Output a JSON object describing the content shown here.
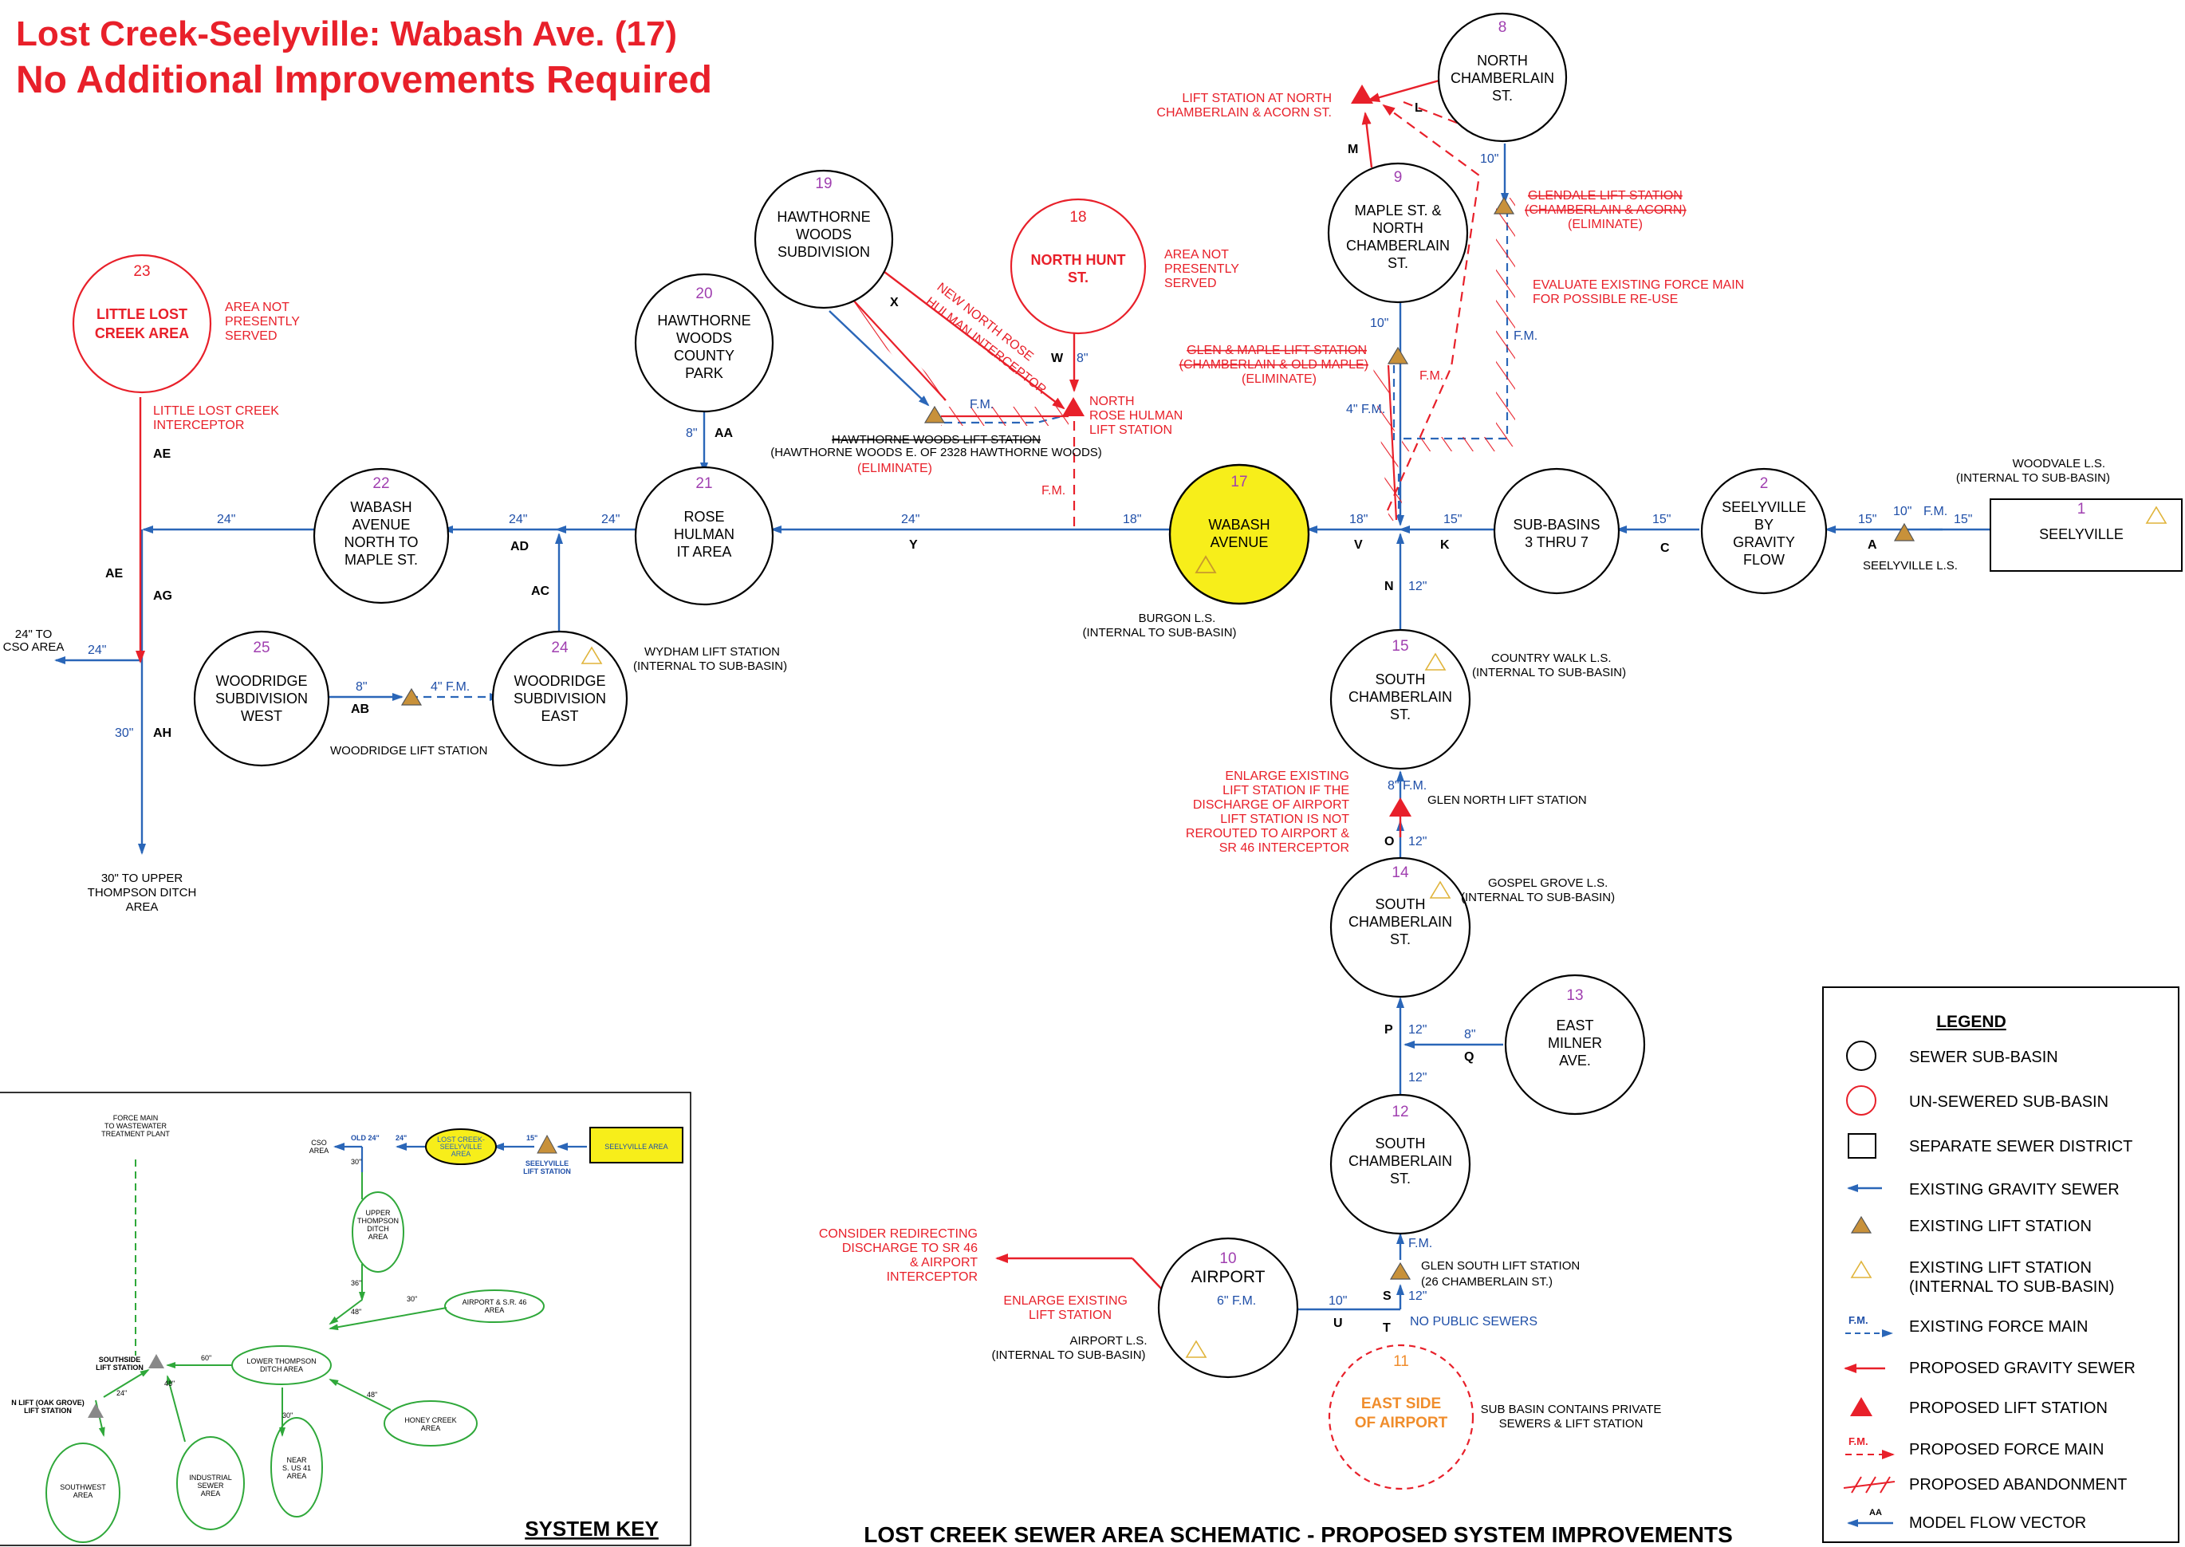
{
  "title": {
    "line1": "Lost Creek-Seelyville: Wabash Ave. (17)",
    "line2": "No Additional Improvements Required"
  },
  "colors": {
    "title_red": "#e8202a",
    "pipe_blue": "#2a66b8",
    "label_blue": "#1f4fa8",
    "proposed_red": "#e8202a",
    "lift_station_fill": "#c8913a",
    "highlight_yellow": "#f7ee1a",
    "green": "#2fa83a"
  },
  "basins": [
    {
      "num": "1",
      "lines": [
        "SEELYVILLE"
      ],
      "kind": "district"
    },
    {
      "num": "2",
      "lines": [
        "SEELYVILLE",
        "BY",
        "GRAVITY",
        "FLOW"
      ],
      "kind": "sewer"
    },
    {
      "num": "",
      "lines": [
        "SUB-BASINS",
        "3 THRU 7"
      ],
      "kind": "sewer"
    },
    {
      "num": "8",
      "lines": [
        "NORTH",
        "CHAMBERLAIN",
        "ST."
      ],
      "kind": "sewer"
    },
    {
      "num": "9",
      "lines": [
        "MAPLE ST. &",
        "NORTH",
        "CHAMBERLAIN",
        "ST."
      ],
      "kind": "sewer"
    },
    {
      "num": "10",
      "lines": [
        "AIRPORT"
      ],
      "kind": "sewer"
    },
    {
      "num": "11",
      "lines": [
        "EAST SIDE",
        "OF AIRPORT"
      ],
      "kind": "unsewered-dashed"
    },
    {
      "num": "12",
      "lines": [
        "SOUTH",
        "CHAMBERLAIN",
        "ST."
      ],
      "kind": "sewer"
    },
    {
      "num": "13",
      "lines": [
        "EAST",
        "MILNER",
        "AVE."
      ],
      "kind": "sewer"
    },
    {
      "num": "14",
      "lines": [
        "SOUTH",
        "CHAMBERLAIN",
        "ST."
      ],
      "kind": "sewer"
    },
    {
      "num": "15",
      "lines": [
        "SOUTH",
        "CHAMBERLAIN",
        "ST."
      ],
      "kind": "sewer"
    },
    {
      "num": "17",
      "lines": [
        "WABASH",
        "AVENUE"
      ],
      "kind": "highlight"
    },
    {
      "num": "18",
      "lines": [
        "NORTH HUNT",
        "ST."
      ],
      "kind": "unsewered"
    },
    {
      "num": "19",
      "lines": [
        "HAWTHORNE",
        "WOODS",
        "SUBDIVISION"
      ],
      "kind": "sewer"
    },
    {
      "num": "20",
      "lines": [
        "HAWTHORNE",
        "WOODS",
        "COUNTY",
        "PARK"
      ],
      "kind": "sewer"
    },
    {
      "num": "21",
      "lines": [
        "ROSE",
        "HULMAN",
        "IT AREA"
      ],
      "kind": "sewer"
    },
    {
      "num": "22",
      "lines": [
        "WABASH",
        "AVENUE",
        "NORTH TO",
        "MAPLE ST."
      ],
      "kind": "sewer"
    },
    {
      "num": "23",
      "lines": [
        "LITTLE LOST",
        "CREEK AREA"
      ],
      "kind": "unsewered"
    },
    {
      "num": "24",
      "lines": [
        "WOODRIDGE",
        "SUBDIVISION",
        "EAST"
      ],
      "kind": "sewer"
    },
    {
      "num": "25",
      "lines": [
        "WOODRIDGE",
        "SUBDIVISION",
        "WEST"
      ],
      "kind": "sewer"
    }
  ],
  "pipe_labels": [
    "15\"",
    "10\"",
    "F.M.",
    "15\"",
    "15\"",
    "15\"",
    "18\"",
    "18\"",
    "24\"",
    "24\"",
    "24\"",
    "24\"",
    "24\"",
    "30\"",
    "12\"",
    "12\"",
    "12\"",
    "12\"",
    "12\"",
    "8\"",
    "8\"",
    "8\"",
    "4\" F.M.",
    "6\" F.M.",
    "10\"",
    "10\"",
    "10\"",
    "8\"",
    "8\" F.M.",
    "4\" F.M.",
    "F.M.",
    "F.M.",
    "F.M.",
    "F.M.",
    "F.M."
  ],
  "flow_vectors": [
    "A",
    "C",
    "K",
    "V",
    "N",
    "O",
    "P",
    "Q",
    "S",
    "T",
    "U",
    "Y",
    "AD",
    "AC",
    "AA",
    "W",
    "X",
    "L",
    "M",
    "AB",
    "AE",
    "AE",
    "AG",
    "AH"
  ],
  "annotations": {
    "woodvale": [
      "WOODVALE L.S.",
      "(INTERNAL TO SUB-BASIN)"
    ],
    "seelyville_ls": "SEELYVILLE L.S.",
    "ls_north_chamberlain": [
      "LIFT STATION AT NORTH",
      "CHAMBERLAIN & ACORN ST."
    ],
    "glendale_ls": [
      "GLENDALE LIFT STATION",
      "(CHAMBERLAIN & ACORN)",
      "(ELIMINATE)"
    ],
    "evaluate_fm": [
      "EVALUATE EXISTING FORCE MAIN",
      "FOR POSSIBLE RE-USE"
    ],
    "glen_maple": [
      "GLEN & MAPLE LIFT STATION",
      "(CHAMBERLAIN & OLD MAPLE)",
      "(ELIMINATE)"
    ],
    "area_not_served_18": [
      "AREA NOT",
      "PRESENTLY",
      "SERVED"
    ],
    "area_not_served_23": [
      "AREA NOT",
      "PRESENTLY",
      "SERVED"
    ],
    "new_nrh": [
      "NEW NORTH ROSE",
      "HULMAN INTERCEPTOR"
    ],
    "nrh_ls": [
      "NORTH",
      "ROSE HULMAN",
      "LIFT STATION"
    ],
    "hawthorne_ls": [
      "HAWTHORNE WOODS LIFT STATION",
      "(HAWTHORNE WOODS E. OF 2328 HAWTHORNE WOODS)",
      "(ELIMINATE)"
    ],
    "little_lost": [
      "LITTLE LOST CREEK",
      "INTERCEPTOR"
    ],
    "burgon": [
      "BURGON L.S.",
      "(INTERNAL TO SUB-BASIN)"
    ],
    "wydham": [
      "WYDHAM LIFT STATION",
      "(INTERNAL TO SUB-BASIN)"
    ],
    "woodridge_ls": "WOODRIDGE   LIFT   STATION",
    "cso": [
      "24\" TO",
      "CSO AREA"
    ],
    "upper_thompson": [
      "30\" TO UPPER",
      "THOMPSON DITCH",
      "AREA"
    ],
    "country_walk": [
      "COUNTRY WALK L.S.",
      "(INTERNAL TO SUB-BASIN)"
    ],
    "enlarge_glen": [
      "ENLARGE EXISTING",
      "LIFT STATION IF THE",
      "DISCHARGE OF AIRPORT",
      "LIFT STATION IS NOT",
      "REROUTED TO AIRPORT &",
      "SR 46 INTERCEPTOR"
    ],
    "glen_north": "GLEN NORTH LIFT STATION",
    "gospel_grove": [
      "GOSPEL GROVE L.S.",
      "(INTERNAL TO SUB-BASIN)"
    ],
    "glen_south": [
      "GLEN SOUTH LIFT STATION",
      "(26 CHAMBERLAIN ST.)"
    ],
    "no_public": "NO PUBLIC SEWERS",
    "consider": [
      "CONSIDER REDIRECTING",
      "DISCHARGE TO SR 46",
      "& AIRPORT",
      "INTERCEPTOR"
    ],
    "enlarge_airport": [
      "ENLARGE EXISTING",
      "LIFT STATION"
    ],
    "airport_ls": [
      "AIRPORT L.S.",
      "(INTERNAL TO SUB-BASIN)"
    ],
    "sub_private": [
      "SUB BASIN CONTAINS PRIVATE",
      "SEWERS & LIFT STATION"
    ]
  },
  "legend": {
    "title": "LEGEND",
    "items": [
      "SEWER SUB-BASIN",
      "UN-SEWERED SUB-BASIN",
      "SEPARATE SEWER DISTRICT",
      "EXISTING GRAVITY SEWER",
      "EXISTING LIFT STATION",
      "EXISTING LIFT STATION",
      "(INTERNAL TO SUB-BASIN)",
      "EXISTING FORCE MAIN",
      "PROPOSED GRAVITY SEWER",
      "PROPOSED LIFT STATION",
      "PROPOSED FORCE MAIN",
      "PROPOSED ABANDONMENT",
      "MODEL FLOW VECTOR"
    ],
    "fm": "F.M.",
    "aa": "AA"
  },
  "system_key": {
    "title": "SYSTEM KEY",
    "labels": {
      "force_main": [
        "FORCE MAIN",
        "TO WASTEWATER",
        "TREATMENT PLANT"
      ],
      "cso": [
        "CSO",
        "AREA"
      ],
      "old24": "OLD 24\"",
      "p24": "24\"",
      "lost_creek": [
        "LOST CREEK-",
        "SEELYVILLE",
        "AREA"
      ],
      "p15": "15\"",
      "seelyville_area": "SEELYVILLE AREA",
      "seelyville_ls": [
        "SEELYVILLE",
        "LIFT STATION"
      ],
      "p30": "30\"",
      "upper": [
        "UPPER",
        "THOMPSON",
        "DITCH",
        "AREA"
      ],
      "p36": "36\"",
      "p30b": "30\"",
      "airport_sr": [
        "AIRPORT & S.R. 46",
        "AREA"
      ],
      "p48a": "48\"",
      "lower": [
        "LOWER THOMPSON",
        "DITCH AREA"
      ],
      "p60": "60\"",
      "southside": [
        "SOUTHSIDE",
        "LIFT STATION"
      ],
      "p48b": "48\"",
      "p30c": "30\"",
      "p48c": "48\"",
      "honey": [
        "HONEY CREEK",
        "AREA"
      ],
      "oak": [
        "N LIFT (OAK GROVE)",
        "LIFT STATION"
      ],
      "p24b": "24\"",
      "southwest": [
        "SOUTHWEST",
        "AREA"
      ],
      "industrial": [
        "INDUSTRIAL",
        "SEWER",
        "AREA"
      ],
      "near41": [
        "NEAR",
        "S. US 41",
        "AREA"
      ]
    }
  },
  "footer": "LOST CREEK SEWER AREA SCHEMATIC - PROPOSED SYSTEM IMPROVEMENTS"
}
